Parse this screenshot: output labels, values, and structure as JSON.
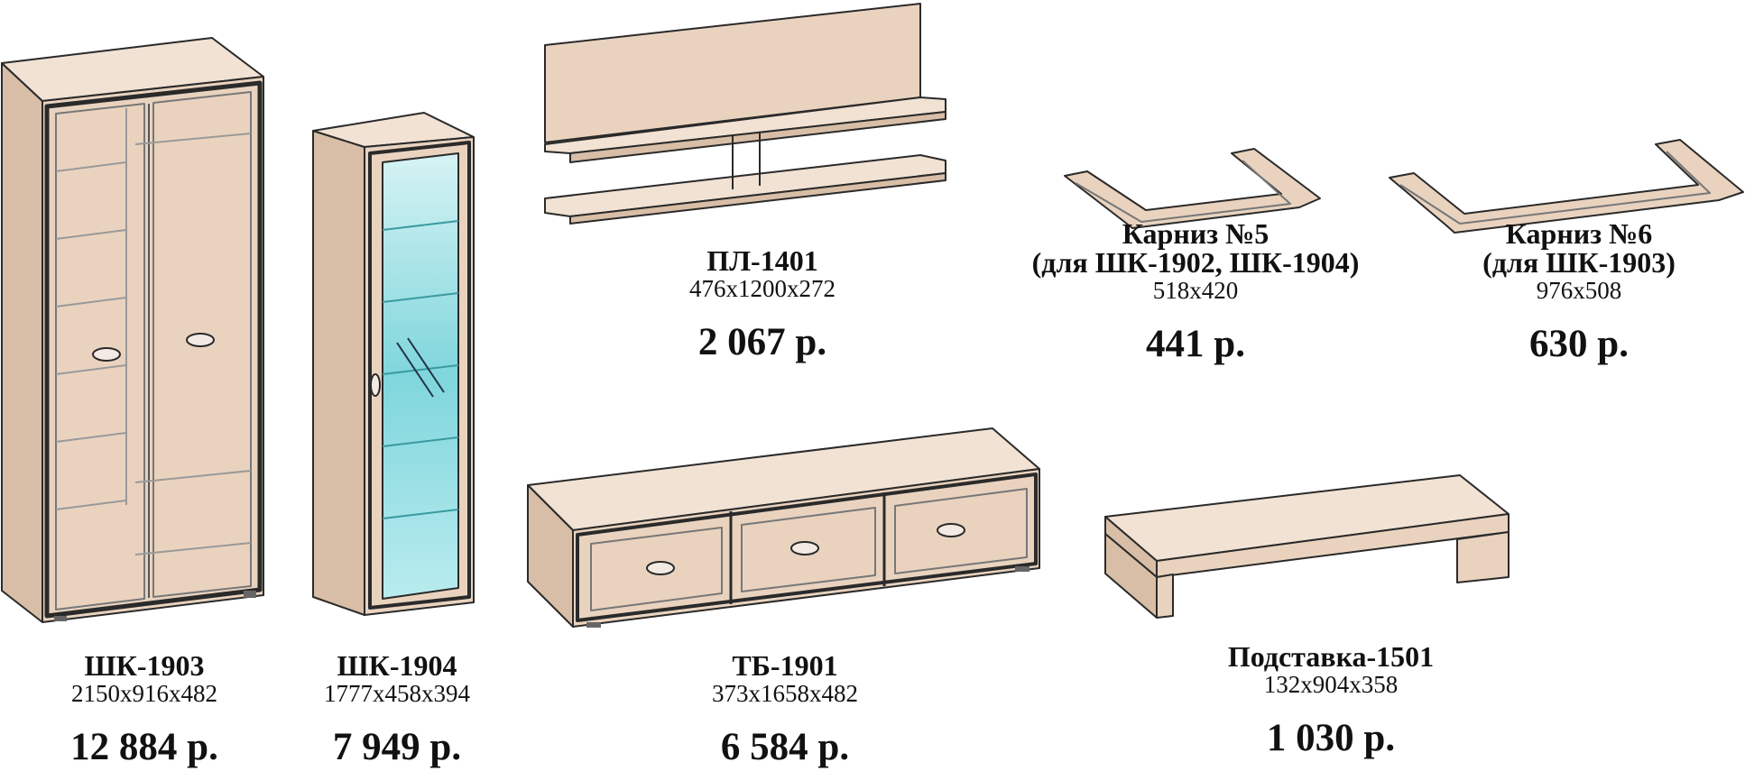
{
  "colors": {
    "panel": "#e9d3bf",
    "panel_dark": "#d8bea6",
    "panel_light": "#f1e2d4",
    "outline": "#2a2a2a",
    "glass": "#7fd6dc",
    "glass_inner": "#b9ecef"
  },
  "products": [
    {
      "name": "ШК-1903",
      "dims": "2150х916х482",
      "price": "12 884 р."
    },
    {
      "name": "ШК-1904",
      "dims": "1777х458х394",
      "price": "7 949 р."
    },
    {
      "name": "ПЛ-1401",
      "dims": "476х1200х272",
      "price": "2 067 р."
    },
    {
      "name": "Карниз №5",
      "subtitle": "(для ШК-1902, ШК-1904)",
      "dims": "518х420",
      "price": "441 р."
    },
    {
      "name": "Карниз №6",
      "subtitle": "(для ШК-1903)",
      "dims": "976х508",
      "price": "630 р."
    },
    {
      "name": "ТБ-1901",
      "dims": "373х1658х482",
      "price": "6 584 р."
    },
    {
      "name": "Подставка-1501",
      "dims": "132х904х358",
      "price": "1 030 р."
    }
  ]
}
